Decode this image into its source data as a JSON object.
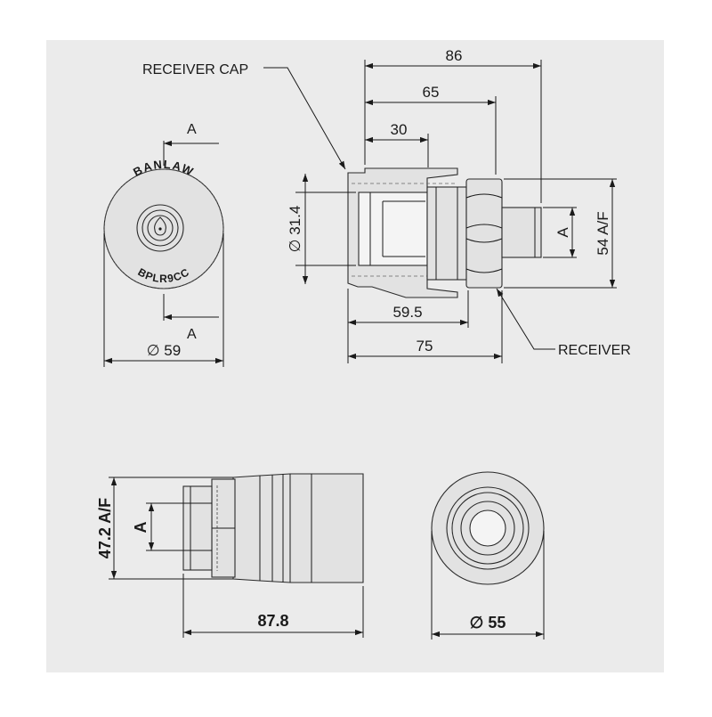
{
  "colors": {
    "panel": "#ebebeb",
    "line": "#1a1a1a",
    "part_fill": "#e2e2e2"
  },
  "front_view": {
    "brand_text": "BANLAW",
    "part_number_text": "BPLR9CC",
    "section_top": "A",
    "section_bottom": "A",
    "diameter": "∅ 59"
  },
  "side_view": {
    "cap_label": "RECEIVER CAP",
    "receiver_label": "RECEIVER",
    "dim_overall": "86",
    "dim_mid": "65",
    "dim_short": "30",
    "bore_diameter": "∅ 31.4",
    "across_flats": "54 A/F",
    "thread": "A",
    "dim_body": "59.5",
    "dim_total": "75"
  },
  "bottom_side_view": {
    "across_flats": "47.2 A/F",
    "thread": "A",
    "length": "87.8"
  },
  "end_view": {
    "diameter": "∅ 55"
  }
}
